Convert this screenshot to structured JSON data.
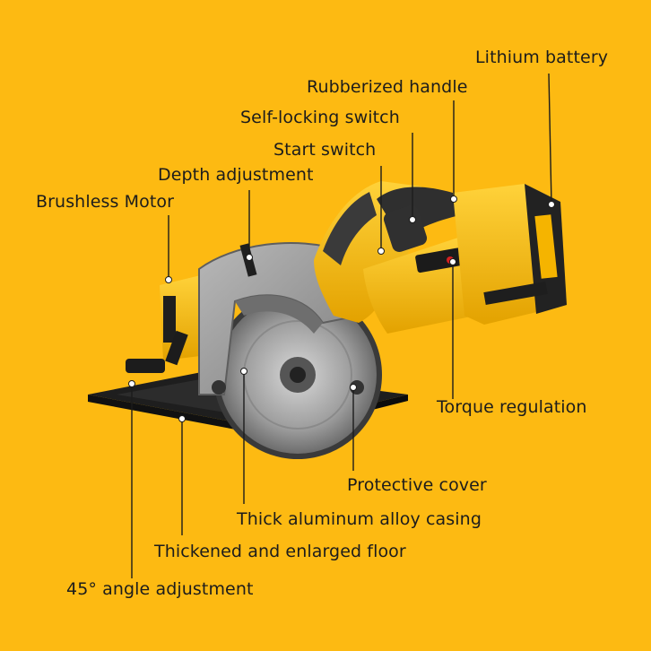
{
  "colors": {
    "background": "#FDBA12",
    "tool_yellow": "#F5B400",
    "tool_dark": "#2b2b2b",
    "metal": "#9a9a9a",
    "leader": "#1c1c1c",
    "dot": "#ffffff"
  },
  "labels": {
    "lithium_battery": "Lithium battery",
    "rubberized_handle": "Rubberized handle",
    "self_locking_switch": "Self-locking switch",
    "start_switch": "Start switch",
    "depth_adjustment": "Depth adjustment",
    "brushless_motor": "Brushless Motor",
    "torque_regulation": "Torque regulation",
    "protective_cover": "Protective cover",
    "aluminum_casing": "Thick aluminum alloy casing",
    "enlarged_floor": "Thickened and enlarged floor",
    "angle_adjustment": "45° angle adjustment"
  },
  "icons": [
    "circular-saw-illustration",
    "callout-dot"
  ]
}
